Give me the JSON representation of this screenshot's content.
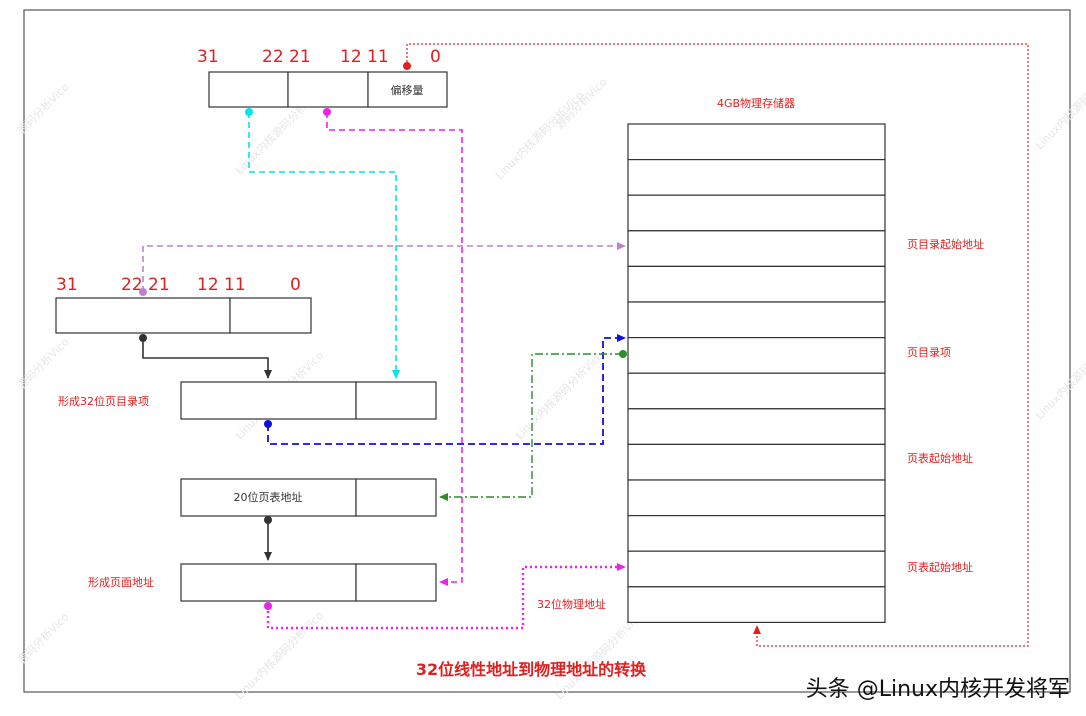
{
  "top_address": {
    "bits": [
      "31",
      "22 21",
      "12 11",
      "0"
    ],
    "offset_label": "偏移量"
  },
  "second_address": {
    "bits": [
      "31",
      "22 21",
      "12 11",
      "0"
    ]
  },
  "memory": {
    "title": "4GB物理存储器",
    "row_count": 14
  },
  "memory_labels": {
    "dir_start": "页目录起始地址",
    "dir_entry": "页目录项",
    "table_start": "页表起始地址",
    "table_start_2": "页表起始地址",
    "phys_addr": "32位物理地址"
  },
  "boxes": {
    "dir_entry": "形成32位页目录项",
    "table_addr": "20位页表地址",
    "page_addr": "形成页面地址"
  },
  "caption": "32位线性地址到物理地址的转换",
  "footer": "头条 @Linux内核开发将军",
  "watermarks": [
    "源码分析Vico",
    "Linux内核源码分析Vico"
  ],
  "colors": {
    "red": "#e02020",
    "cyan": "#00e5ee",
    "magenta": "#ee22ee",
    "violet": "#c080d0",
    "blue": "#1010dd",
    "green": "#2e8b2e",
    "dark": "#333333"
  }
}
